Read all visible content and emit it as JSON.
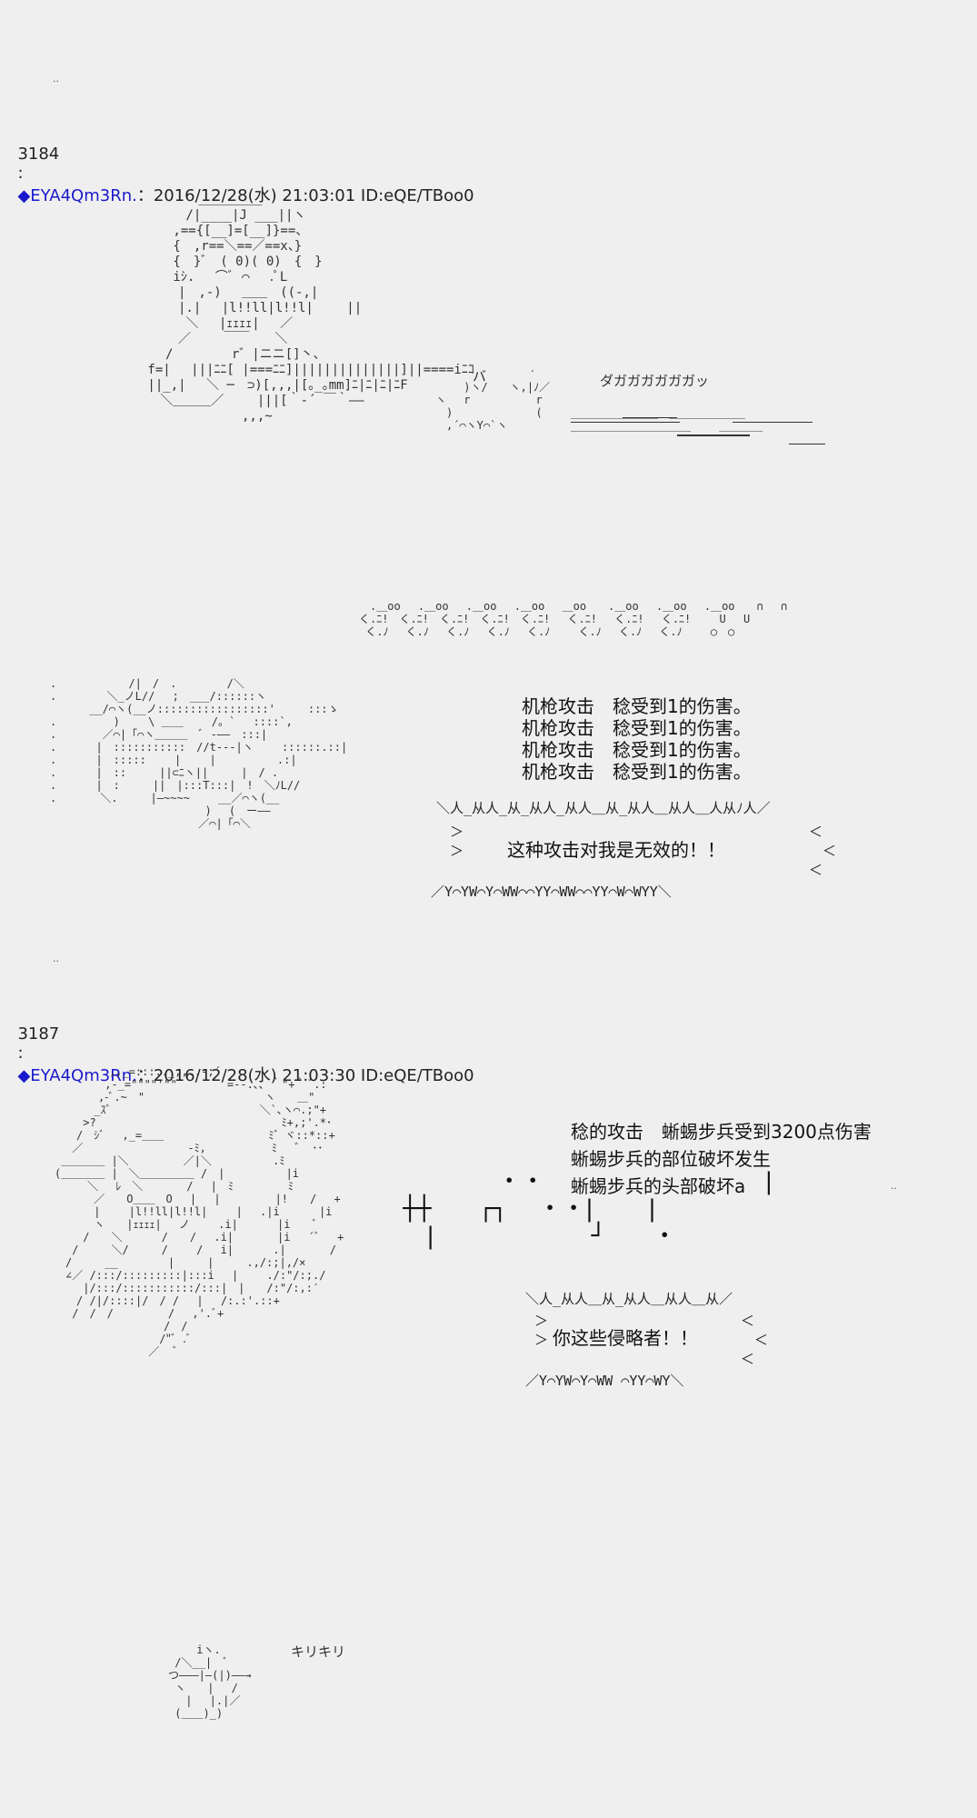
{
  "separators": [
    "..",
    "..",
    ".."
  ],
  "posts": [
    {
      "number": "3184",
      "colon": ":",
      "diamond": "◆",
      "trip": "EYA4Qm3Rn.",
      "meta": "：2016/12/28(水) 21:03:01 ID:eQE/TBoo0"
    },
    {
      "number": "3187",
      "colon": ":",
      "diamond": "◆",
      "trip": "EYA4Qm3Rn.",
      "meta": "：2016/12/28(水) 21:03:30 ID:eQE/TBoo0"
    }
  ],
  "scene1": {
    "sfx_gun": "ダガガガガガガッ",
    "sfx_ba": "バ"
  },
  "scene2": {
    "damage_lines": [
      "机枪攻击　稔受到1的伤害。",
      "机枪攻击　稔受到1的伤害。",
      "机枪攻击　稔受到1的伤害。",
      "机枪攻击　稔受到1的伤害。"
    ],
    "shout": "这种攻击对我是无效的！！"
  },
  "scene3": {
    "battle_lines": [
      "稔的攻击　蜥蜴步兵受到3200点伤害",
      "蜥蜴步兵的部位破坏发生",
      "蜥蜴步兵的头部破坏a"
    ],
    "shout": "你这些侵略者！！"
  },
  "scene4": {
    "sfx_kiri": "キリキリ"
  }
}
